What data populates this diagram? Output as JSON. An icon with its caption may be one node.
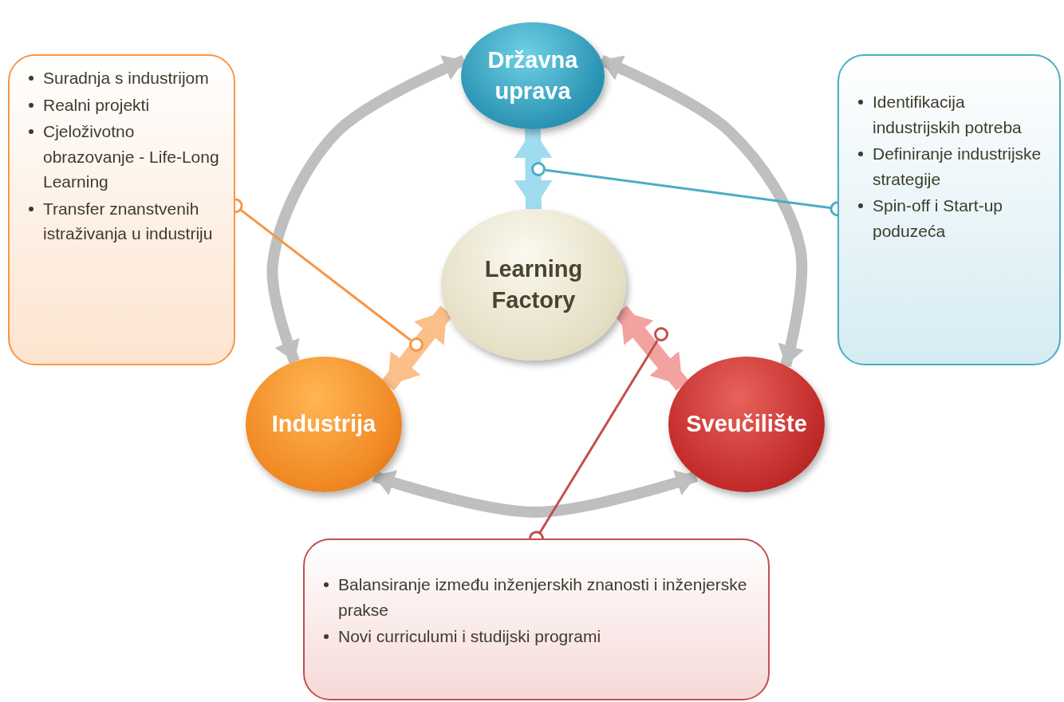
{
  "diagram": {
    "nodes": [
      {
        "text": [
          "Državna uprava"
        ]
      },
      {
        "text": [
          "Learning Factory"
        ]
      },
      {
        "text": [
          "Industrija"
        ]
      },
      {
        "text": [
          "Sveučilište"
        ]
      },
      {
        "text": [
          "Suradnja s industrijom",
          "Realni projekti",
          "Cjeloživotno obrazovanje - Life-Long Learning",
          "Transfer znanstvenih istraživanja u industriju"
        ]
      },
      {
        "text": [
          "Identifikacija industrijskih potreba",
          "Definiranje industrijske strategije",
          "Spin-off i Start-up poduzeća"
        ]
      },
      {
        "text": [
          "Balansiranje između inženjerskih znanosti i inženjerske prakse",
          "Novi curriculumi i studijski programi"
        ]
      },
      {
        "text": [],
        "shape": "circle"
      },
      {
        "text": [],
        "shape": "circle"
      },
      {
        "text": [],
        "shape": "circle"
      }
    ],
    "edges": [
      {
        "from": 2,
        "to": 0,
        "arrow": "both"
      },
      {
        "from": 0,
        "to": 3,
        "arrow": "both"
      },
      {
        "from": 2,
        "to": 3,
        "arrow": "both"
      },
      {
        "from": 0,
        "to": 1,
        "arrow": "both",
        "color": "#9fdcef"
      },
      {
        "from": 2,
        "to": 1,
        "arrow": "both",
        "color": "#fbbf8a"
      },
      {
        "from": 3,
        "to": 1,
        "arrow": "both",
        "color": "#f2a3a0"
      },
      {
        "from": 4,
        "to": 7,
        "arrow": "other",
        "color": "#f79646"
      },
      {
        "from": 5,
        "to": 8,
        "arrow": "other",
        "color": "#4bacc6"
      },
      {
        "from": 6,
        "to": 9,
        "arrow": "other",
        "color": "#c0504d"
      }
    ]
  }
}
